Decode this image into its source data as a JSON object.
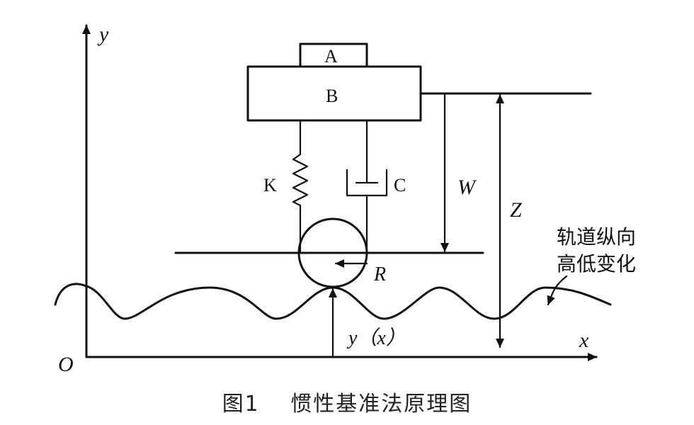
{
  "diagram": {
    "axis_y_label": "y",
    "axis_x_label": "x",
    "origin_label": "O",
    "block_a_label": "A",
    "block_b_label": "B",
    "spring_label": "K",
    "damper_label": "C",
    "w_label": "W",
    "z_label": "Z",
    "r_label": "R",
    "yx_label": "y（x）",
    "track_label_line1": "轨道纵向",
    "track_label_line2": "高低变化"
  },
  "caption": "图1　 惯性基准法原理图",
  "colors": {
    "ink": "#111111",
    "background": "#ffffff"
  }
}
